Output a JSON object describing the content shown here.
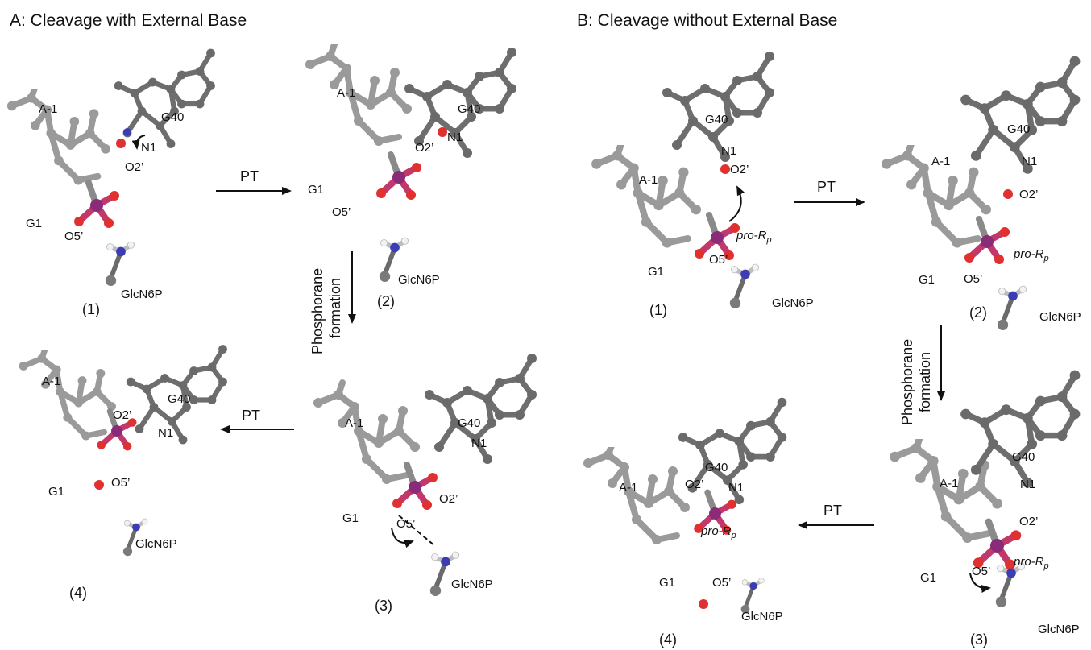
{
  "panels": {
    "a": {
      "title": "A: Cleavage with External Base"
    },
    "b": {
      "title": "B: Cleavage without External Base"
    }
  },
  "labels": {
    "a1": "A-1",
    "g40": "G40",
    "n1": "N1",
    "o2": "O2’",
    "g1": "G1",
    "o5": "O5’",
    "glc": "GlcN6P",
    "pro": "pro-R",
    "pro_sub": "p"
  },
  "arrows": {
    "pt": "PT",
    "phos_line1": "Phosphorane",
    "phos_line2": "formation"
  },
  "steps": {
    "s1": "(1)",
    "s2": "(2)",
    "s3": "(3)",
    "s4": "(4)"
  },
  "colors": {
    "carbon": "#6a6a6a",
    "carbon_light": "#9a9a9a",
    "nitrogen": "#3c3cb4",
    "oxygen": "#e03030",
    "phosphorus": "#8a2b7a",
    "hydrogen": "#f2f2f2"
  }
}
